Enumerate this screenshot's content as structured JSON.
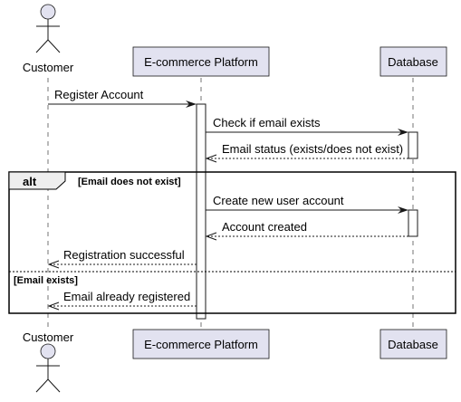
{
  "participants": {
    "customer": "Customer",
    "platform": "E-commerce Platform",
    "database": "Database"
  },
  "messages": {
    "register": "Register Account",
    "check_email": "Check if email exists",
    "email_status": "Email status (exists/does not exist)",
    "create_account": "Create new user account",
    "account_created": "Account created",
    "registration_successful": "Registration successful",
    "email_already_registered": "Email already registered"
  },
  "alt": {
    "keyword": "alt",
    "guard_1": "[Email does not exist]",
    "guard_2": "[Email exists]"
  },
  "colors": {
    "participant_fill": "#e2e2f0",
    "line": "#181818"
  }
}
